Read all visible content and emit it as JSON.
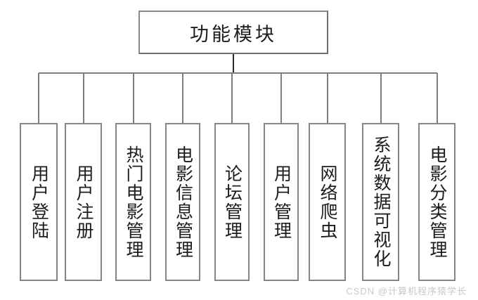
{
  "diagram": {
    "type": "hierarchy-tree",
    "root": {
      "label": "功能模块"
    },
    "children": [
      {
        "label": "用户登陆"
      },
      {
        "label": "用户注册"
      },
      {
        "label": "热门电影管理"
      },
      {
        "label": "电影信息管理"
      },
      {
        "label": "论坛管理"
      },
      {
        "label": "用户管理"
      },
      {
        "label": "网络爬虫"
      },
      {
        "label": "系统数据可视化"
      },
      {
        "label": "电影分类管理"
      }
    ]
  },
  "watermark": {
    "text": "CSDN @计算机程序猿学长"
  },
  "colors": {
    "background": "#ffffff",
    "box_border": "#858585",
    "root_border": "#8a8a8a",
    "connector": "#7d7d7d",
    "stem": "#2b2b2b",
    "text": "#1c1c1c",
    "watermark": "#cdc7c7"
  }
}
